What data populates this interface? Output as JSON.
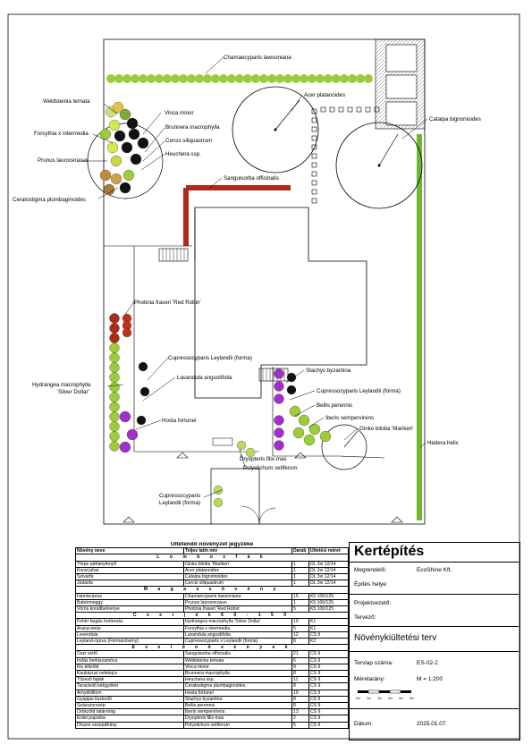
{
  "plant_labels": {
    "chamaecyparis": "Chamaecyparis lawsoniana",
    "weldsteinia": "Weldsteinia temata",
    "vinca": "Vinca minor",
    "acer": "Acer platanoides",
    "catalpa": "Catalpa bignonioides",
    "forsythia": "Forsythia x intermedia",
    "brunnera": "Brunnera macrophylla",
    "cercis": "Cercis siliquastrum",
    "prunus": "Prunus laurocerasus",
    "heuchera": "Heuchera ssp.",
    "sanguisorba": "Sanguisorba officinalis",
    "ceratostigma": "Ceratostigma plumbaginoides",
    "photinia": "Photinia fraseri 'Red Robin'",
    "cupresso1": "Cupressocyparis Leylandii (forma)",
    "hydrangea": "Hydrangea macrophylla",
    "hydrangea2": "'Silver Dollar'",
    "lavandula": "Lavandula angustifolia",
    "hosta": "Hosta fortunei",
    "stachys": "Stachys byzantina",
    "cupresso2": "Cupressocyparis Leylandii (forma)",
    "bellis": "Bellis perennis",
    "iberis": "Iberis sempervirens",
    "ginkgo": "Ginko biloba 'Mariken'",
    "hedera": "Hedera helix",
    "dryopteris": "Dryopteris filix-mas",
    "polystichum": "Polystichum setiferum",
    "cupresso3a": "Cupressocyparis",
    "cupresso3b": "Leylandii (forma)"
  },
  "plant_table": {
    "title": "Ültetendő növényzet jegyzéke",
    "headers": [
      "Növény neve",
      "Teljes latin név",
      "Darab",
      "Ültetési méret"
    ],
    "sections": [
      {
        "name": "L o m b o s   f á k",
        "rows": [
          [
            "Törpe páfrányfenyő",
            "Ginko biloba 'Mariken'",
            "1",
            "DL 3xi 12/14"
          ],
          [
            "Korai juhar",
            "Acer platanoides",
            "1",
            "DL 3xi 12/14"
          ],
          [
            "Szivarfa",
            "Catalpa bignonioides",
            "1",
            "DL 3xi 12/14"
          ],
          [
            "Júdásfa",
            "Cercis siliquastrum",
            "1",
            "DL 3xi 12/14"
          ]
        ]
      },
      {
        "name": "M a g a s   s ö v é n y",
        "rows": [
          [
            "Hamisciprus",
            "Chamaecyparis lawsoniana",
            "15",
            "K5 100/125"
          ],
          [
            "Babérmeggy",
            "Prunus laurocerasus",
            "1",
            "K5 100/125"
          ],
          [
            "Vörös korallberkenye",
            "Photinia fraseri 'Red Robin'",
            "5",
            "K5 100/125"
          ]
        ]
      },
      {
        "name": "C s e r j é k   6 0 - 1 5 0",
        "rows": [
          [
            "Fehér bugás hortenzia",
            "Hydrangea macrophylla 'Silver Dollar'",
            "10",
            "K1"
          ],
          [
            "Aranycserje",
            "Forsythia x intermedia",
            "5",
            "K1"
          ],
          [
            "Levendula",
            "Lavandula angustifolia",
            "12",
            "CS 9"
          ],
          [
            "Leyland-ciprus (Formanövény)",
            "Cupressocyparis x Leylandii (forma)",
            "8",
            "K2"
          ]
        ]
      },
      {
        "name": "É v e l ő   n ö v é n y e k",
        "rows": [
          [
            "Őszi vérfű",
            "Sanguisorba officinalis",
            "21",
            "CS 9"
          ],
          [
            "Indás berkiszamóca",
            "Weldsteinia temata",
            "6",
            "CS 9"
          ],
          [
            "Kis télizöld",
            "Vinca minor",
            "9",
            "CS 9"
          ],
          [
            "Kaukázusi nefelejcs",
            "Brunnera macrophylla",
            "8",
            "CS 9"
          ],
          [
            "Tűzeső fajták",
            "Heuchera ssp.",
            "11",
            "CS 9"
          ],
          [
            "Tarackoló kékgyökér",
            "Ceratostigma plumbaginoides",
            "8",
            "CS 9"
          ],
          [
            "Árnyékliliom",
            "Hosta fortunei",
            "10",
            "CS 9"
          ],
          [
            "Gyapjas tisztesfű",
            "Stachys byzantina",
            "8",
            "CS 9"
          ],
          [
            "Százszorszép",
            "Bellis perennis",
            "8",
            "CS 9"
          ],
          [
            "Örökzöld tatárvirág",
            "Iberis sempervirens",
            "13",
            "CS 9"
          ],
          [
            "Erdei pajzsika",
            "Dryopteris filix-mas",
            "2",
            "CS 9"
          ],
          [
            "Díszes vesepáfrány",
            "Polystichum setiferum",
            "5",
            "CS 9"
          ]
        ]
      }
    ]
  },
  "title_block": {
    "company": "Kertépítés",
    "client_label": "Megrendelő:",
    "client_value": "EcoShine Kft.",
    "site_label": "Építés helye:",
    "pm_label": "Projektvezető:",
    "designer_label": "Tervező:",
    "plan_title": "Növénykiültetési terv",
    "sheet_label": "Tervlap száma:",
    "sheet_value": "ES-02-2",
    "scale_label": "Méretarány:",
    "scale_value": "M = 1:200",
    "scale_ticks": [
      "0m",
      "1m",
      "2m",
      "3m",
      "4m",
      "5m"
    ],
    "date_label": "Dátum:",
    "date_value": "2025.01.07."
  },
  "colors": {
    "hedge_green": "#9ccc3a",
    "red_hedge": "#b02a1a",
    "purple": "#a030c8",
    "dark_shrub": "#1a1a1a",
    "yellow_green": "#d8e84a"
  }
}
